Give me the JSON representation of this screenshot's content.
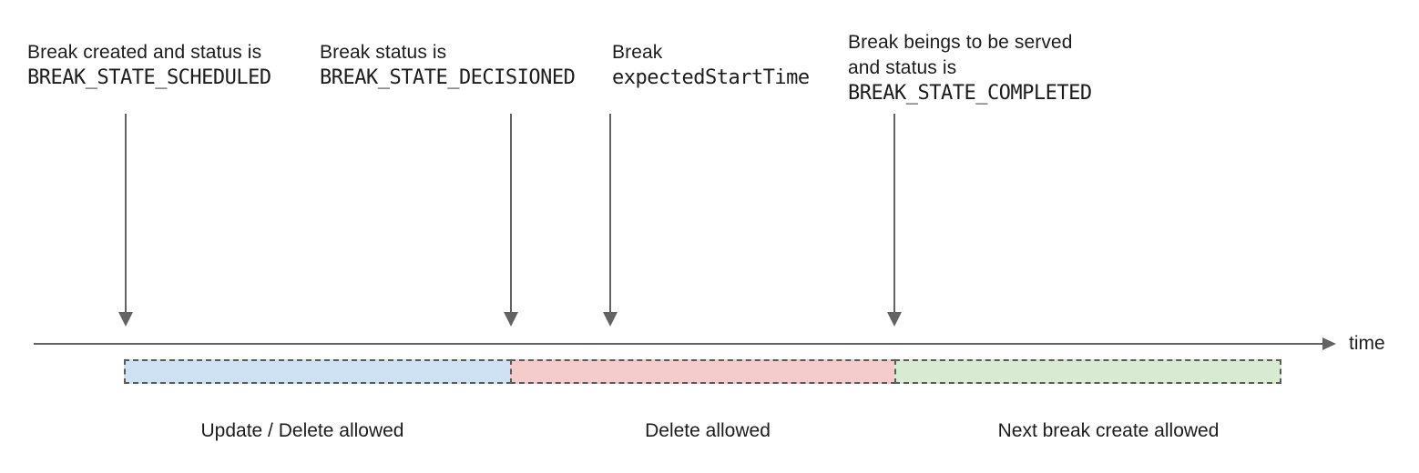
{
  "annotations": [
    {
      "lines": [
        "Break created and status is",
        "BREAK_STATE_SCHEDULED"
      ]
    },
    {
      "lines": [
        "Break status is",
        "BREAK_STATE_DECISIONED"
      ]
    },
    {
      "lines": [
        "Break",
        "expectedStartTime"
      ]
    },
    {
      "lines": [
        "Break beings to be served",
        "and status is",
        "BREAK_STATE_COMPLETED"
      ]
    }
  ],
  "timeline": {
    "axis_label": "time"
  },
  "segments": [
    {
      "label": "Update / Delete allowed",
      "color": "#cfe2f3"
    },
    {
      "label": "Delete allowed",
      "color": "#f4cccc"
    },
    {
      "label": "Next break create allowed",
      "color": "#d9ead3"
    }
  ],
  "colors": {
    "arrow": "#636363",
    "segment_border": "#5a5a5a",
    "text": "#1c1c1c"
  }
}
